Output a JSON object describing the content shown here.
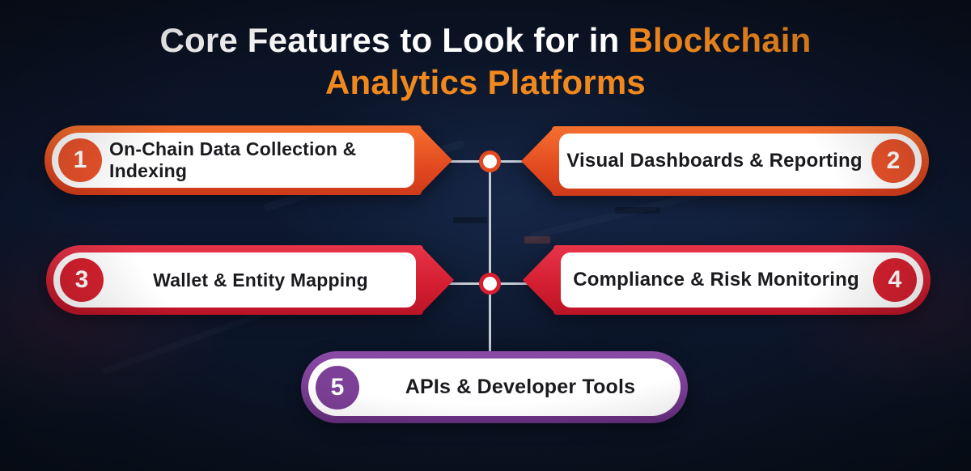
{
  "title": {
    "prefix": "Core Features to Look for in",
    "highlight_line1": "Blockchain",
    "line2": "Analytics Platforms"
  },
  "features": [
    {
      "number": "1",
      "label": "On-Chain Data Collection & Indexing",
      "accent": "#E8522A"
    },
    {
      "number": "2",
      "label": "Visual Dashboards & Reporting",
      "accent": "#E8522A"
    },
    {
      "number": "3",
      "label": "Wallet & Entity Mapping",
      "accent": "#D6202F"
    },
    {
      "number": "4",
      "label": "Compliance & Risk Monitoring",
      "accent": "#D6202F"
    },
    {
      "number": "5",
      "label": "APIs & Developer Tools",
      "accent": "#7C4096"
    }
  ],
  "colors": {
    "background": "#0D1830",
    "title_white": "#FFFFFF",
    "title_orange": "#F1881E",
    "orange": "#E8522A",
    "red": "#D6202F",
    "purple": "#7C4096",
    "connector_line": "#C4CBD5",
    "card_fill": "#FFFFFF",
    "card_text": "#1B1B1F"
  }
}
